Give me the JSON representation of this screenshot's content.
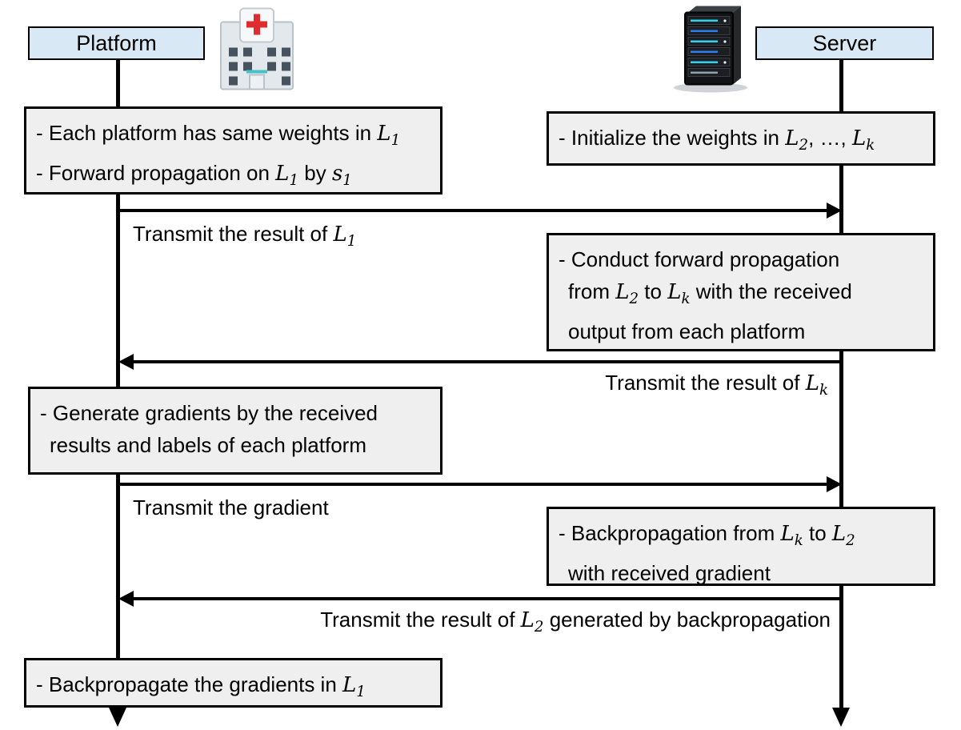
{
  "actors": {
    "platform": {
      "label": "Platform"
    },
    "server": {
      "label": "Server"
    }
  },
  "colors": {
    "header_fill": "#d9e8f5",
    "box_fill": "#efefef",
    "line": "#000000",
    "hospital_cross_red": "#df2c2e",
    "server_led_cyan": "#2bd4f0"
  },
  "boxes": {
    "platform_init": {
      "lines": [
        [
          [
            "p",
            "- Each platform has same weights in "
          ],
          [
            "v",
            "L"
          ],
          [
            "s",
            "1"
          ]
        ],
        [
          [
            "p",
            "- Forward propagation on "
          ],
          [
            "v",
            "L"
          ],
          [
            "s",
            "1"
          ],
          [
            "p",
            " by "
          ],
          [
            "v",
            "s"
          ],
          [
            "s",
            "1"
          ]
        ]
      ]
    },
    "server_init": {
      "lines": [
        [
          [
            "p",
            "- Initialize the weights in "
          ],
          [
            "v",
            "L"
          ],
          [
            "s",
            "2"
          ],
          [
            "p",
            ", …, "
          ],
          [
            "v",
            "L"
          ],
          [
            "s",
            "k"
          ]
        ]
      ]
    },
    "server_forward": {
      "lines": [
        [
          [
            "p",
            "- Conduct forward propagation"
          ]
        ],
        [
          [
            "p",
            "from "
          ],
          [
            "v",
            "L"
          ],
          [
            "s",
            "2"
          ],
          [
            "p",
            " to "
          ],
          [
            "v",
            "L"
          ],
          [
            "s",
            "k"
          ],
          [
            "p",
            " with the received"
          ]
        ],
        [
          [
            "p",
            "output from each platform"
          ]
        ]
      ]
    },
    "platform_gradients": {
      "lines": [
        [
          [
            "p",
            "- Generate gradients by the received"
          ]
        ],
        [
          [
            "p",
            "results and labels of each platform"
          ]
        ]
      ]
    },
    "server_backprop": {
      "lines": [
        [
          [
            "p",
            "- Backpropagation from "
          ],
          [
            "v",
            "L"
          ],
          [
            "s",
            "k"
          ],
          [
            "p",
            " to "
          ],
          [
            "v",
            "L"
          ],
          [
            "s",
            "2"
          ]
        ],
        [
          [
            "p",
            "with received gradient"
          ]
        ]
      ]
    },
    "platform_backprop": {
      "lines": [
        [
          [
            "p",
            "- Backpropagate the gradients in "
          ],
          [
            "v",
            "L"
          ],
          [
            "s",
            "1"
          ]
        ]
      ]
    }
  },
  "messages": {
    "m1": {
      "direction": "right",
      "segments": [
        [
          "p",
          "Transmit the result of "
        ],
        [
          "v",
          "L"
        ],
        [
          "s",
          "1"
        ]
      ]
    },
    "m2": {
      "direction": "left",
      "segments": [
        [
          "p",
          "Transmit the result of "
        ],
        [
          "v",
          "L"
        ],
        [
          "s",
          "k"
        ]
      ]
    },
    "m3": {
      "direction": "right",
      "segments": [
        [
          "p",
          "Transmit the gradient"
        ]
      ]
    },
    "m4": {
      "direction": "left",
      "segments": [
        [
          "p",
          "Transmit the result of "
        ],
        [
          "v",
          "L"
        ],
        [
          "s",
          "2"
        ],
        [
          "p",
          " generated by backpropagation"
        ]
      ]
    }
  }
}
